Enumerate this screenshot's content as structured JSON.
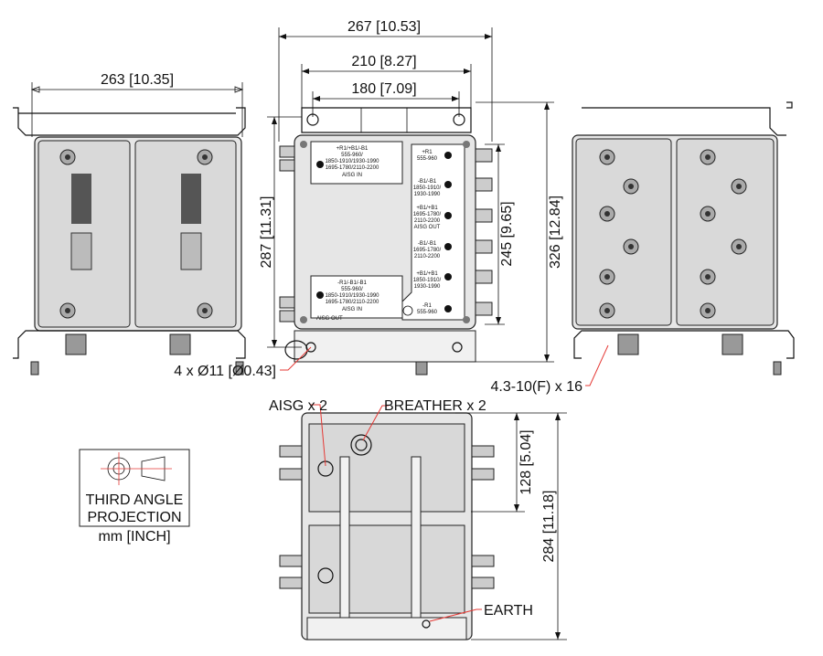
{
  "dimensions": {
    "width_267": "267 [10.53]",
    "width_210": "210 [8.27]",
    "width_180": "180 [7.09]",
    "width_263": "263 [10.35]",
    "height_287": "287 [11.31]",
    "height_245": "245 [9.65]",
    "height_326": "326 [12.84]",
    "height_128": "128 [5.04]",
    "height_284": "284 [11.18]"
  },
  "callouts": {
    "holes": "4 x Ø11 [Ø0.43]",
    "connectors": "4.3-10(F) x 16",
    "aisg": "AISG x 2",
    "breather": "BREATHER x 2",
    "earth": "EARTH"
  },
  "projection_box": {
    "line1": "THIRD ANGLE",
    "line2": "PROJECTION",
    "units": "mm [INCH]"
  },
  "front_labels": {
    "top_left": [
      "+R1/+B1/-B1",
      "555-960/",
      "1850-1910/1930-1990",
      "1695-1780/2110-2200",
      "AISG IN"
    ],
    "bottom_left": [
      "-R1/-B1/-B1",
      "555-960/",
      "1850-1910/1930-1990",
      "1695-1780/2110-2200",
      "AISG IN"
    ],
    "aisg_out": "AISG OUT",
    "right_1": [
      "+R1",
      "555-960"
    ],
    "right_2": [
      "-B1/-B1",
      "1850-1910/",
      "1930-1990"
    ],
    "right_3": [
      "+B1/+B1",
      "1695-1780/",
      "2110-2200",
      "AISG OUT"
    ],
    "right_4": [
      "-B1/-B1",
      "1695-1780/",
      "2110-2200"
    ],
    "right_5": [
      "+B1/+B1",
      "1850-1910/",
      "1930-1990"
    ],
    "right_6": [
      "-R1",
      "555-960"
    ]
  },
  "colors": {
    "leader": "#e53935",
    "line": "#111111",
    "body_fill": "#e6e6e6"
  }
}
